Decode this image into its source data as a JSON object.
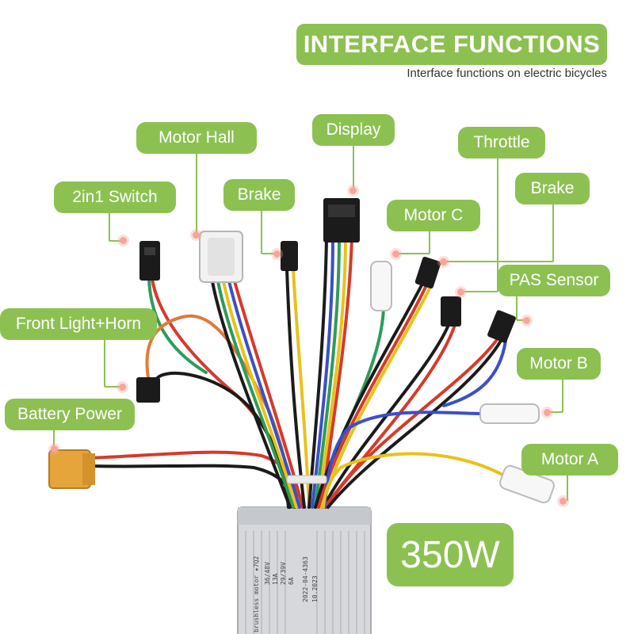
{
  "header": {
    "title": "INTERFACE FUNCTIONS",
    "subtitle": "Interface functions on electric bicycles"
  },
  "labels": {
    "motor_hall": "Motor Hall",
    "display": "Display",
    "throttle": "Throttle",
    "switch_2in1": "2in1 Switch",
    "brake_left": "Brake",
    "brake_right": "Brake",
    "motor_c": "Motor C",
    "pas_sensor": "PAS Sensor",
    "front_light_horn": "Front Light+Horn",
    "motor_b": "Motor B",
    "battery_power": "Battery Power",
    "motor_a": "Motor A"
  },
  "power_badge": "350W",
  "controller_label": {
    "line1": "brushless motor ★7Q2",
    "line2": "36/48V",
    "line3": "13A",
    "line4": "29/39V",
    "line5": "6A",
    "line6": "2022-04-4363",
    "line7": "10.2023"
  },
  "colors": {
    "label_green": "#8cc152",
    "dot_pink": "#f7a59a",
    "wire_red": "#d63a2a",
    "wire_yellow": "#e8c21a",
    "wire_green": "#2e9b5a",
    "wire_blue": "#3a4fc9",
    "wire_black": "#1b1b1b",
    "wire_orange": "#e07a3a",
    "connector_xt60": "#e6a53a",
    "controller_body": "#d6d8db"
  }
}
